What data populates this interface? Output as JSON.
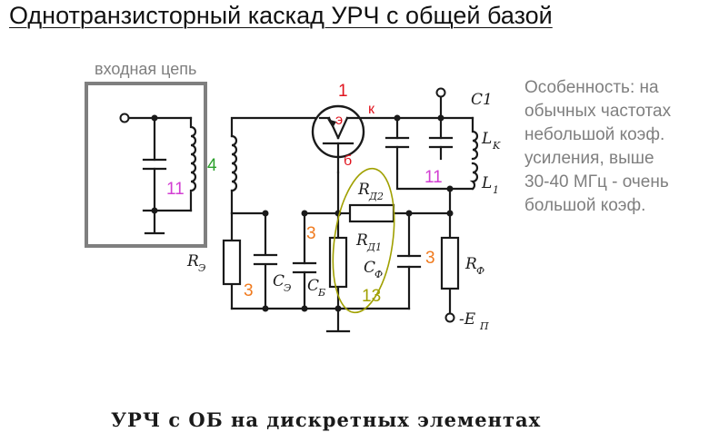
{
  "title": "Однотранзисторный каскад УРЧ с общей базой",
  "input_circuit_label": "входная цепь",
  "note_lines": [
    "Особенность: на",
    "обычных частотах",
    "небольшой коэф.",
    "усиления, выше",
    "30-40 МГц - очень",
    "большой коэф."
  ],
  "caption": "УРЧ с ОБ на дискретных элементах",
  "schematic_labels": {
    "c1": "C1",
    "lk": "L",
    "lk_sub": "K",
    "l1": "L",
    "l1_sub": "1",
    "re": "R",
    "re_sub": "Э",
    "ce": "C",
    "ce_sub": "Э",
    "cb": "C",
    "cb_sub": "Б",
    "rd2": "R",
    "rd2_sub": "Д2",
    "rd1": "R",
    "rd1_sub": "Д1",
    "cf": "C",
    "cf_sub": "Ф",
    "rf": "R",
    "rf_sub": "Ф",
    "ep": "-E",
    "ep_sub": "П"
  },
  "annotations": {
    "n1": "1",
    "k": "к",
    "e": "э",
    "b": "б",
    "n4": "4",
    "n11_left": "11",
    "n11_right": "11",
    "n3_re": "3",
    "n3_mid": "3",
    "n3_right": "3",
    "n13": "13"
  },
  "colors": {
    "red": "#e0141e",
    "orange": "#f07a1e",
    "magenta": "#d23ed2",
    "green": "#2ca02c",
    "olive": "#a0a000",
    "box_gray": "#7f7f7f",
    "note_gray": "#7f7f7f"
  }
}
